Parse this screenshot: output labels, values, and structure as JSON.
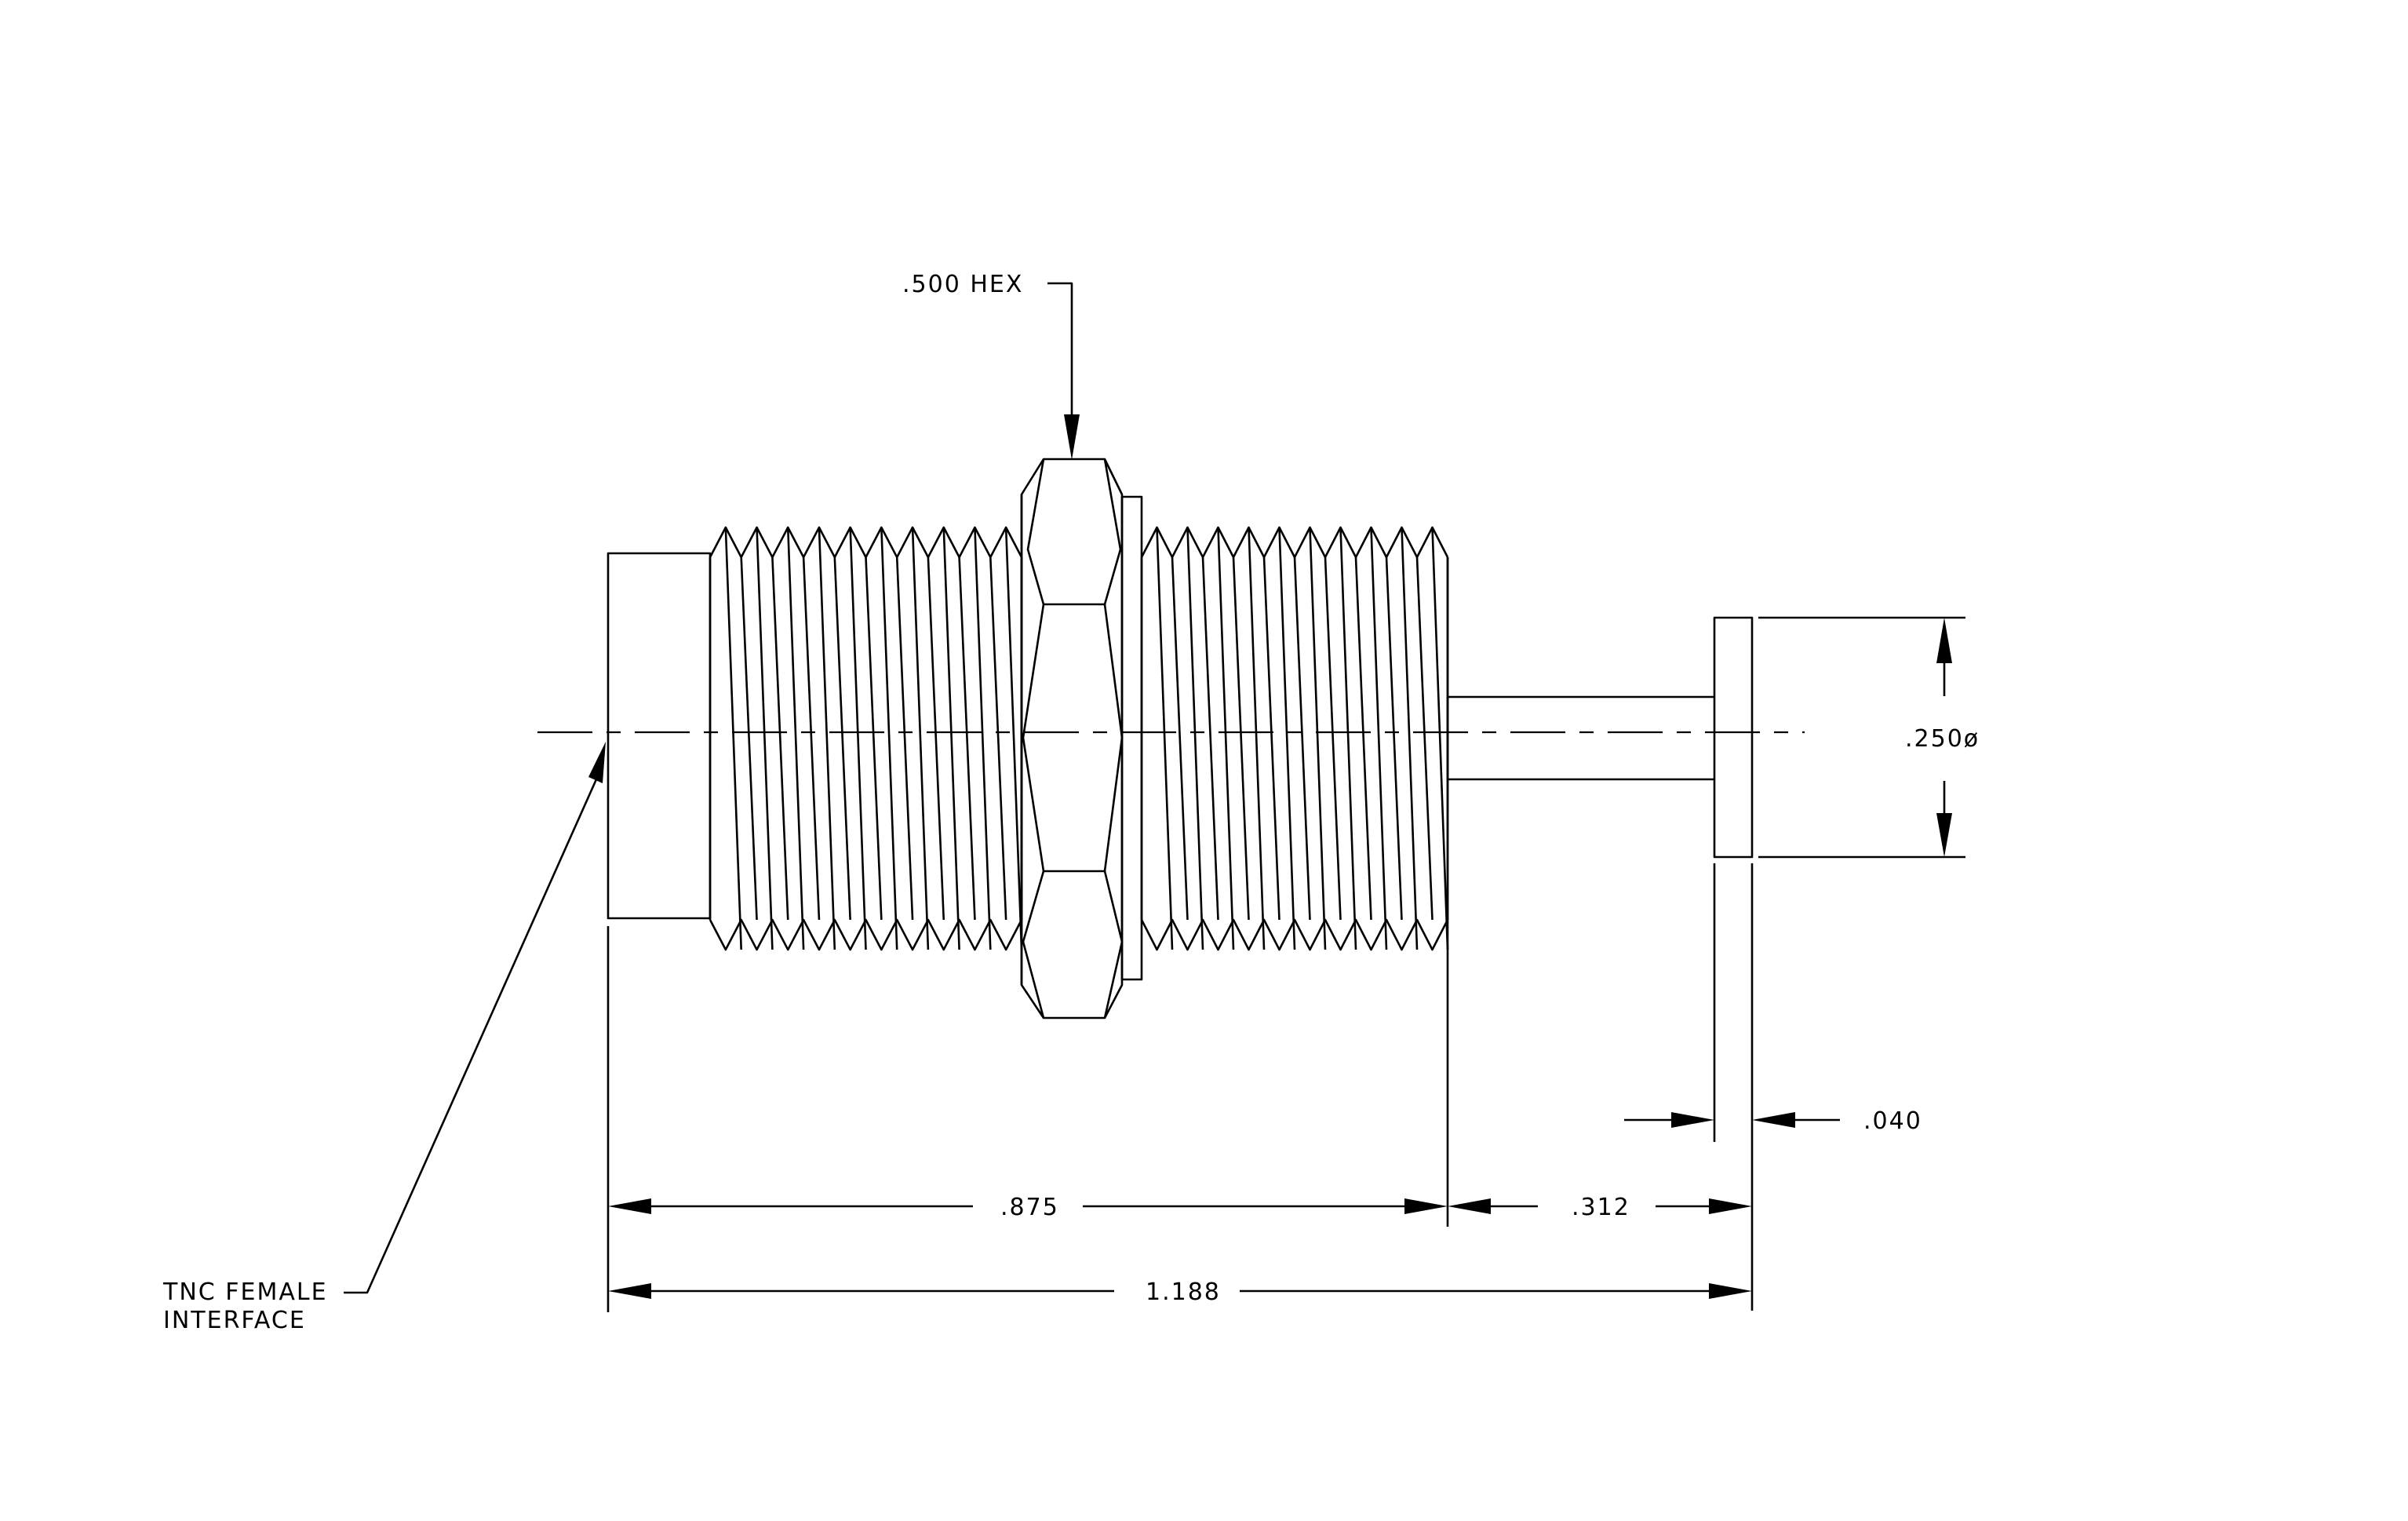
{
  "drawing": {
    "labels": {
      "hex": ".500 HEX",
      "pin_diameter": ".250ø",
      "flange_thickness": ".040",
      "body_length": ".875",
      "pin_length": ".312",
      "overall_length": "1.188",
      "interface_line1": "TNC  FEMALE",
      "interface_line2": "INTERFACE"
    },
    "colors": {
      "line": "#000000",
      "background": "#ffffff"
    }
  }
}
